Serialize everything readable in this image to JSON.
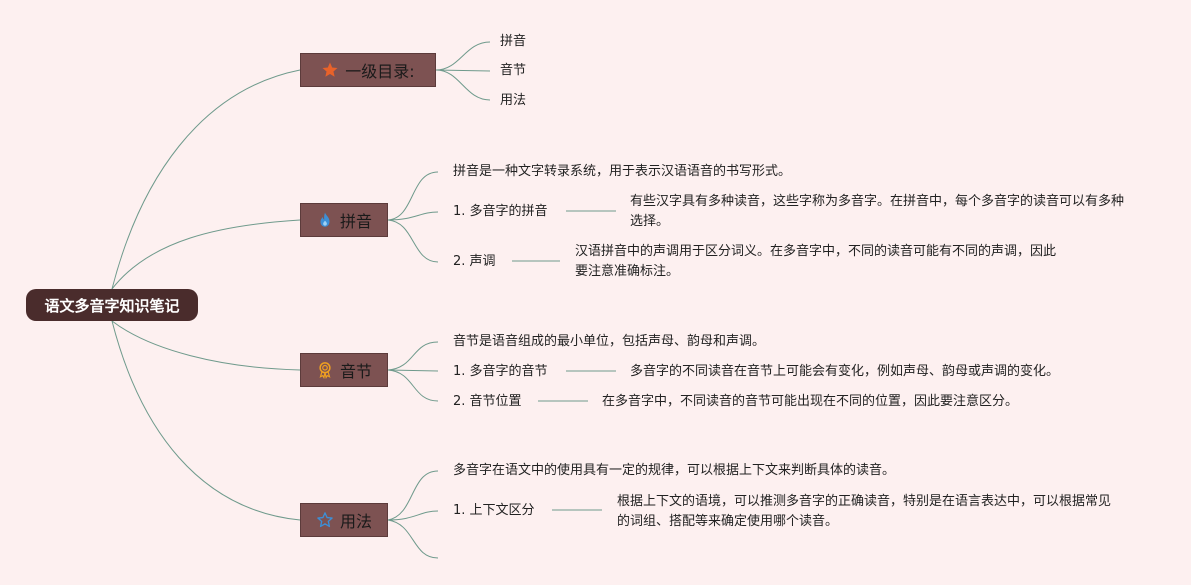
{
  "root": {
    "label": "语文多音字知识笔记"
  },
  "branches": {
    "toc": {
      "label": "一级目录:",
      "icon": "star-icon",
      "items": [
        "拼音",
        "音节",
        "用法"
      ]
    },
    "pinyin": {
      "label": "拼音",
      "icon": "fire-icon",
      "intro": "拼音是一种文字转录系统，用于表示汉语语音的书写形式。",
      "subs": [
        {
          "title": "1. 多音字的拼音",
          "detail": "有些汉字具有多种读音，这些字称为多音字。在拼音中，每个多音字的读音可以有多种选择。"
        },
        {
          "title": "2. 声调",
          "detail": "汉语拼音中的声调用于区分词义。在多音字中，不同的读音可能有不同的声调，因此要注意准确标注。"
        }
      ]
    },
    "syllable": {
      "label": "音节",
      "icon": "award-icon",
      "intro": "音节是语音组成的最小单位，包括声母、韵母和声调。",
      "subs": [
        {
          "title": "1. 多音字的音节",
          "detail": "多音字的不同读音在音节上可能会有变化，例如声母、韵母或声调的变化。"
        },
        {
          "title": "2. 音节位置",
          "detail": "在多音字中，不同读音的音节可能出现在不同的位置，因此要注意区分。"
        }
      ]
    },
    "usage": {
      "label": "用法",
      "icon": "star-outline-icon",
      "intro": "多音字在语文中的使用具有一定的规律，可以根据上下文来判断具体的读音。",
      "subs": [
        {
          "title": "1. 上下文区分",
          "detail": "根据上下文的语境，可以推测多音字的正确读音，特别是在语言表达中，可以根据常见的词组、搭配等来确定使用哪个读音。"
        }
      ]
    }
  },
  "colors": {
    "background": "#fdf0f0",
    "root": "#4a2c2c",
    "branch": "#7d5252",
    "line": "#6f9a8c"
  }
}
